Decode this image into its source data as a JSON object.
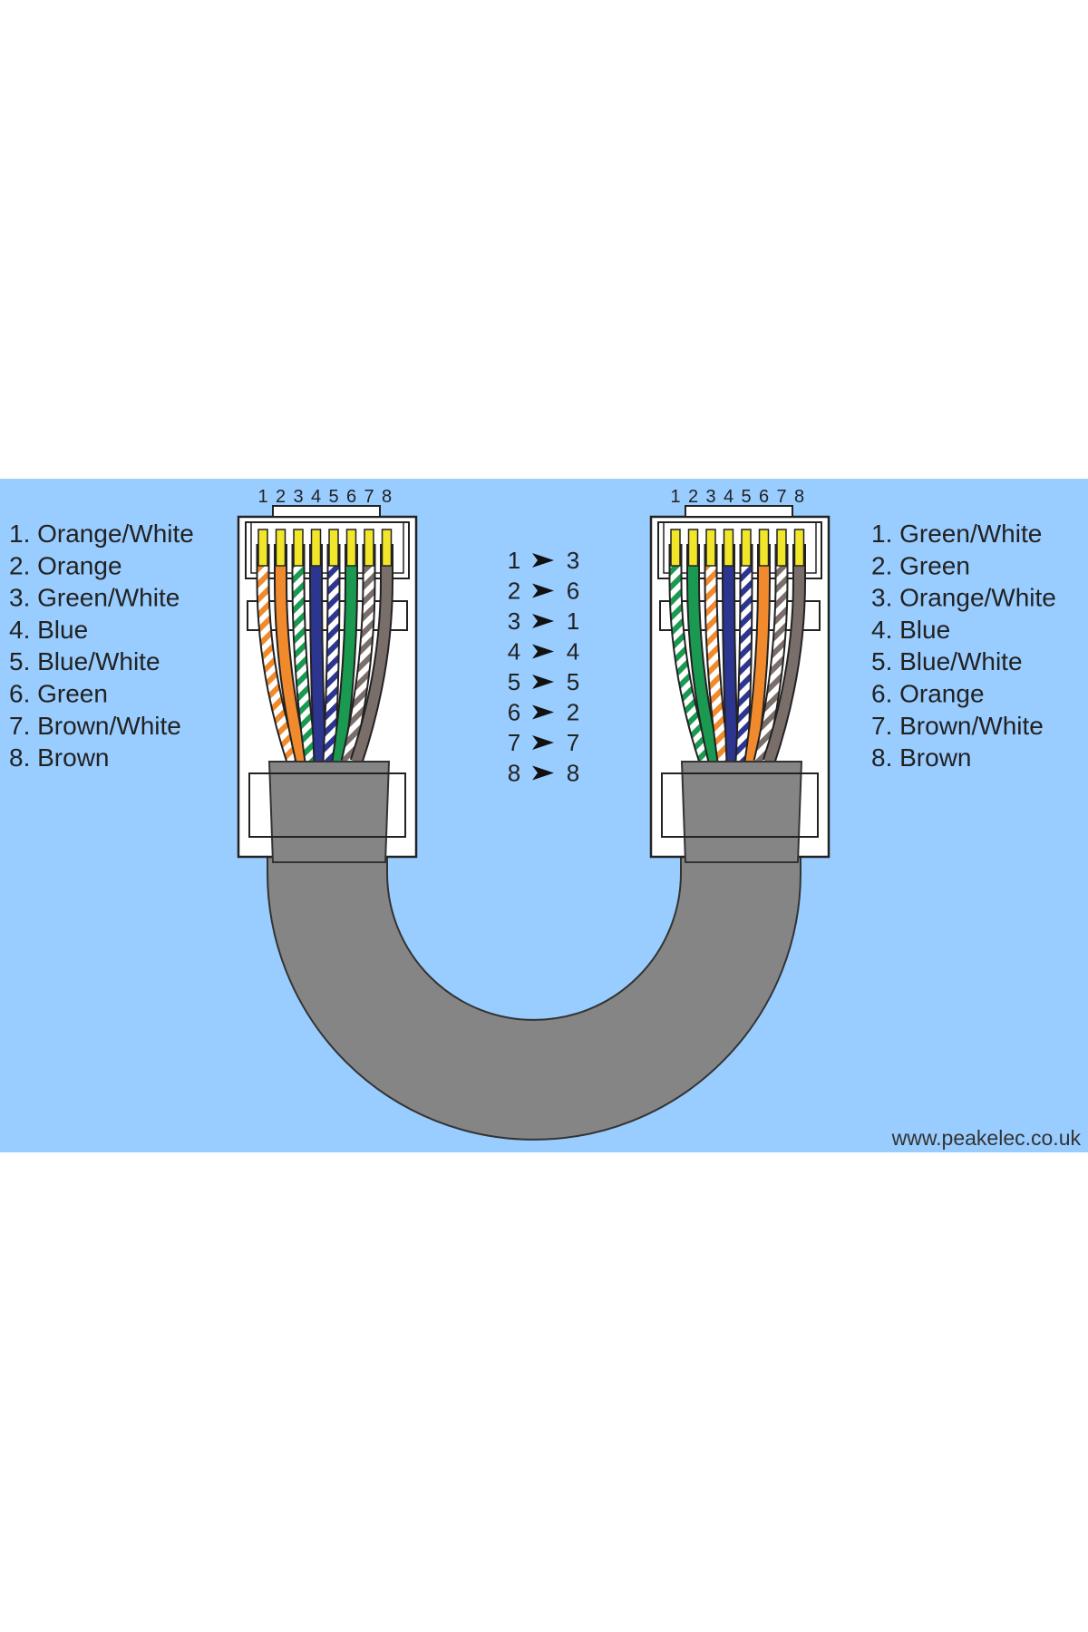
{
  "left_connector": {
    "pin_numbers": [
      "1",
      "2",
      "3",
      "4",
      "5",
      "6",
      "7",
      "8"
    ],
    "wires": [
      {
        "label": "1. Orange/White",
        "color": "#f08a2c",
        "striped": true
      },
      {
        "label": "2. Orange",
        "color": "#f08a2c",
        "striped": false
      },
      {
        "label": "3. Green/White",
        "color": "#1a9a50",
        "striped": true
      },
      {
        "label": "4. Blue",
        "color": "#2c3590",
        "striped": false
      },
      {
        "label": "5. Blue/White",
        "color": "#2c3590",
        "striped": true
      },
      {
        "label": "6. Green",
        "color": "#1a9a50",
        "striped": false
      },
      {
        "label": "7. Brown/White",
        "color": "#7a6e6a",
        "striped": true
      },
      {
        "label": "8. Brown",
        "color": "#7a6e6a",
        "striped": false
      }
    ]
  },
  "right_connector": {
    "pin_numbers": [
      "1",
      "2",
      "3",
      "4",
      "5",
      "6",
      "7",
      "8"
    ],
    "wires": [
      {
        "label": "1. Green/White",
        "color": "#1a9a50",
        "striped": true
      },
      {
        "label": "2. Green",
        "color": "#1a9a50",
        "striped": false
      },
      {
        "label": "3. Orange/White",
        "color": "#f08a2c",
        "striped": true
      },
      {
        "label": "4. Blue",
        "color": "#2c3590",
        "striped": false
      },
      {
        "label": "5. Blue/White",
        "color": "#2c3590",
        "striped": true
      },
      {
        "label": "6. Orange",
        "color": "#f08a2c",
        "striped": false
      },
      {
        "label": "7. Brown/White",
        "color": "#7a6e6a",
        "striped": true
      },
      {
        "label": "8. Brown",
        "color": "#7a6e6a",
        "striped": false
      }
    ]
  },
  "pin_mapping": [
    {
      "from": "1",
      "to": "3"
    },
    {
      "from": "2",
      "to": "6"
    },
    {
      "from": "3",
      "to": "1"
    },
    {
      "from": "4",
      "to": "4"
    },
    {
      "from": "5",
      "to": "5"
    },
    {
      "from": "6",
      "to": "2"
    },
    {
      "from": "7",
      "to": "7"
    },
    {
      "from": "8",
      "to": "8"
    }
  ],
  "website": "www.peakelec.co.uk",
  "colors": {
    "background": "#99ccff",
    "cable": "#858585",
    "contact": "#f2e62a"
  }
}
